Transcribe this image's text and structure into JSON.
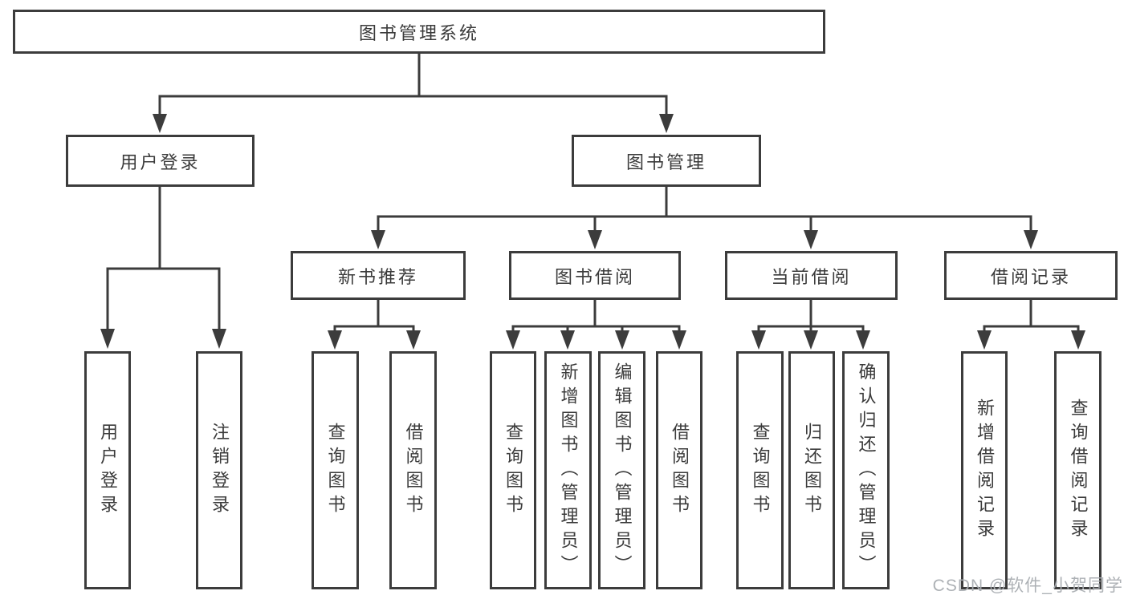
{
  "tree": {
    "root": {
      "label": "图书管理系统"
    },
    "level2": [
      {
        "label": "用户登录"
      },
      {
        "label": "图书管理"
      }
    ],
    "level3": [
      {
        "label": "新书推荐",
        "parent": "图书管理"
      },
      {
        "label": "图书借阅",
        "parent": "图书管理"
      },
      {
        "label": "当前借阅",
        "parent": "图书管理"
      },
      {
        "label": "借阅记录",
        "parent": "图书管理"
      }
    ],
    "leaves": [
      {
        "label": "用户登录",
        "parent": "用户登录"
      },
      {
        "label": "注销登录",
        "parent": "用户登录"
      },
      {
        "label": "查询图书",
        "parent": "新书推荐"
      },
      {
        "label": "借阅图书",
        "parent": "新书推荐"
      },
      {
        "label": "查询图书",
        "parent": "图书借阅"
      },
      {
        "label": "新增图书（管理员）",
        "parent": "图书借阅"
      },
      {
        "label": "编辑图书（管理员）",
        "parent": "图书借阅"
      },
      {
        "label": "借阅图书",
        "parent": "图书借阅"
      },
      {
        "label": "查询图书",
        "parent": "当前借阅"
      },
      {
        "label": "归还图书",
        "parent": "当前借阅"
      },
      {
        "label": "确认归还（管理员）",
        "parent": "当前借阅"
      },
      {
        "label": "新增借阅记录",
        "parent": "借阅记录"
      },
      {
        "label": "查询借阅记录",
        "parent": "借阅记录"
      }
    ]
  },
  "watermark": {
    "text": "CSDN @软件_小贺同学"
  },
  "colors": {
    "line": "#3c3c3c",
    "box_border": "#3c3c3c",
    "text": "#3b3b3b",
    "watermark": "#a9adb2",
    "background": "#ffffff"
  }
}
